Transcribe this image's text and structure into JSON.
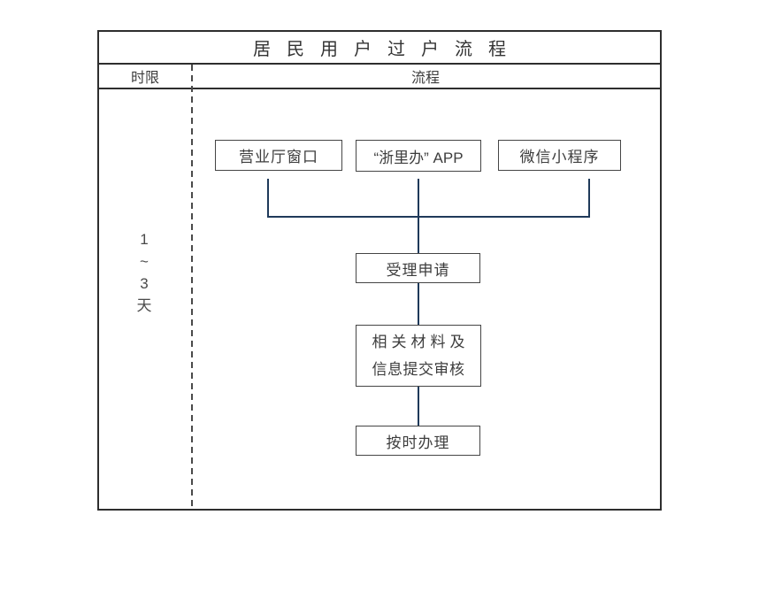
{
  "title": "居民用户过户流程",
  "table_header": {
    "time_limit": "时限",
    "process": "流程"
  },
  "time_limit": {
    "line1": "1",
    "line2": "~",
    "line3": "3",
    "line4": "天"
  },
  "flowchart": {
    "channels": [
      {
        "label": "营业厅窗口"
      },
      {
        "label": "“浙里办” APP"
      },
      {
        "label": "微信小程序"
      }
    ],
    "steps": [
      {
        "label": "受理申请"
      },
      {
        "label_line1": "相关材料及",
        "label_line2": "信息提交审核"
      },
      {
        "label": "按时办理"
      }
    ]
  },
  "colors": {
    "table_border": "#2e2e2e",
    "box_border": "#454545",
    "text": "#3d3d3d",
    "connector": "#1f3a5a",
    "divider": "#4a4a4a"
  }
}
